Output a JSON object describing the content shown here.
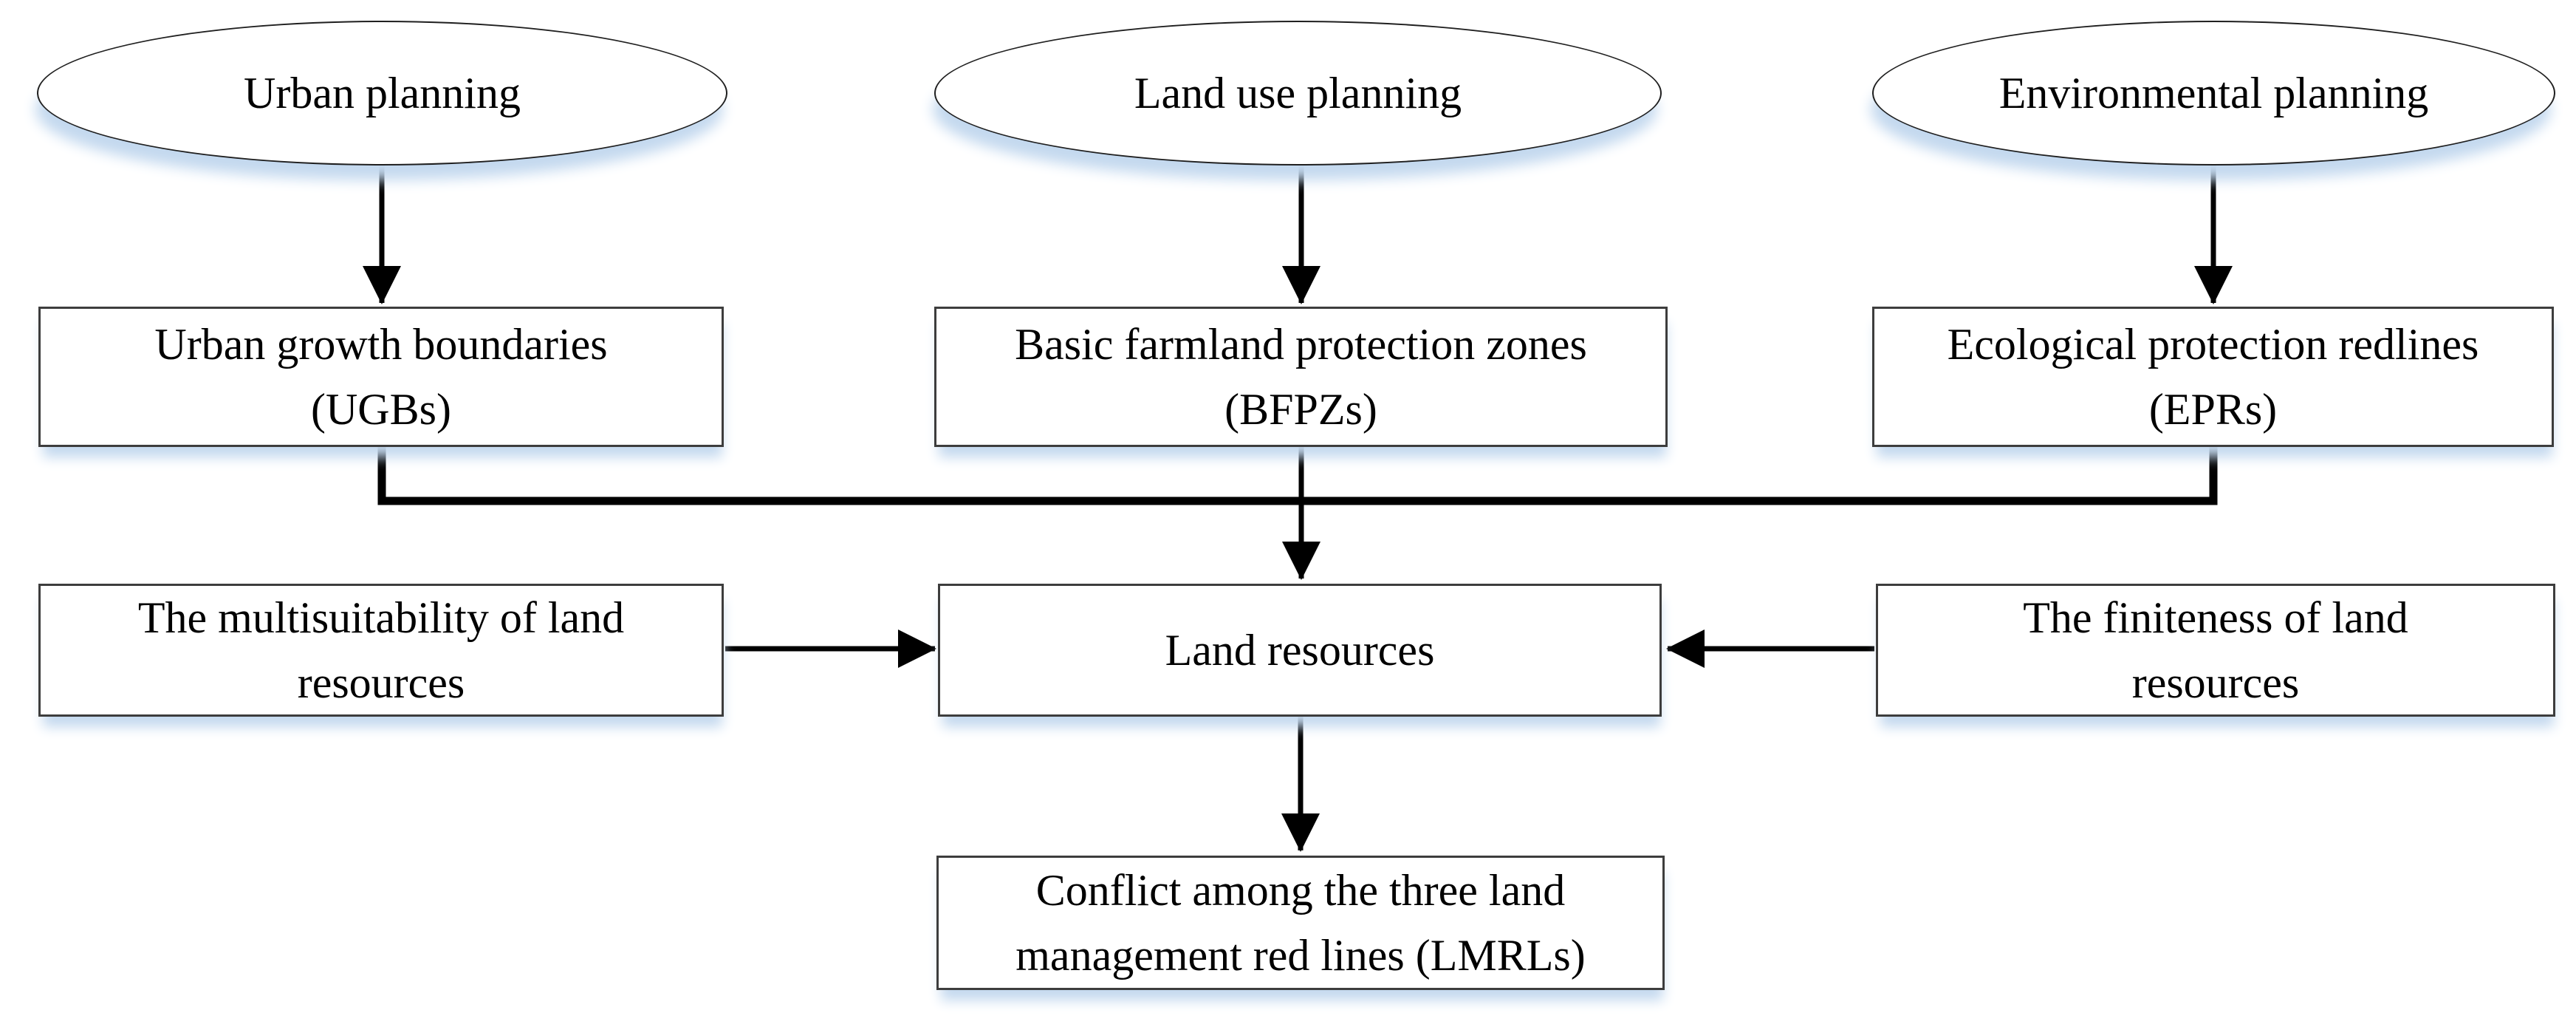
{
  "colors": {
    "background": "#ffffff",
    "line": "#000000",
    "box_border": "#3d3d3d",
    "ellipse_border": "#1f1f1f",
    "node_fill": "#ffffff",
    "shadow": "#c4d9ef",
    "text": "#000000"
  },
  "nodes": {
    "urban_planning": {
      "shape": "ellipse",
      "lines": [
        "Urban planning"
      ]
    },
    "land_use_planning": {
      "shape": "ellipse",
      "lines": [
        "Land use planning"
      ]
    },
    "environmental_planning": {
      "shape": "ellipse",
      "lines": [
        "Environmental planning"
      ]
    },
    "ugbs": {
      "shape": "rect",
      "lines": [
        "Urban growth boundaries",
        "(UGBs)"
      ]
    },
    "bfpzs": {
      "shape": "rect",
      "lines": [
        "Basic farmland protection zones",
        "(BFPZs)"
      ]
    },
    "eprs": {
      "shape": "rect",
      "lines": [
        "Ecological protection redlines",
        "(EPRs)"
      ]
    },
    "multisuitability": {
      "shape": "rect",
      "lines": [
        "The multisuitability of land",
        "resources"
      ]
    },
    "land_resources": {
      "shape": "rect",
      "lines": [
        "Land resources"
      ]
    },
    "finiteness": {
      "shape": "rect",
      "lines": [
        "The finiteness of land",
        "resources"
      ]
    },
    "conflict": {
      "shape": "rect",
      "lines": [
        "Conflict among the three land",
        "management red lines (LMRLs)"
      ]
    }
  },
  "edges": [
    {
      "from": "urban_planning",
      "to": "ugbs",
      "type": "arrow"
    },
    {
      "from": "land_use_planning",
      "to": "bfpzs",
      "type": "arrow"
    },
    {
      "from": "environmental_planning",
      "to": "eprs",
      "type": "arrow"
    },
    {
      "from": "ugbs + bfpzs + eprs",
      "to": "land_resources",
      "type": "merge-arrow"
    },
    {
      "from": "multisuitability",
      "to": "land_resources",
      "type": "arrow"
    },
    {
      "from": "finiteness",
      "to": "land_resources",
      "type": "arrow"
    },
    {
      "from": "land_resources",
      "to": "conflict",
      "type": "arrow"
    }
  ]
}
